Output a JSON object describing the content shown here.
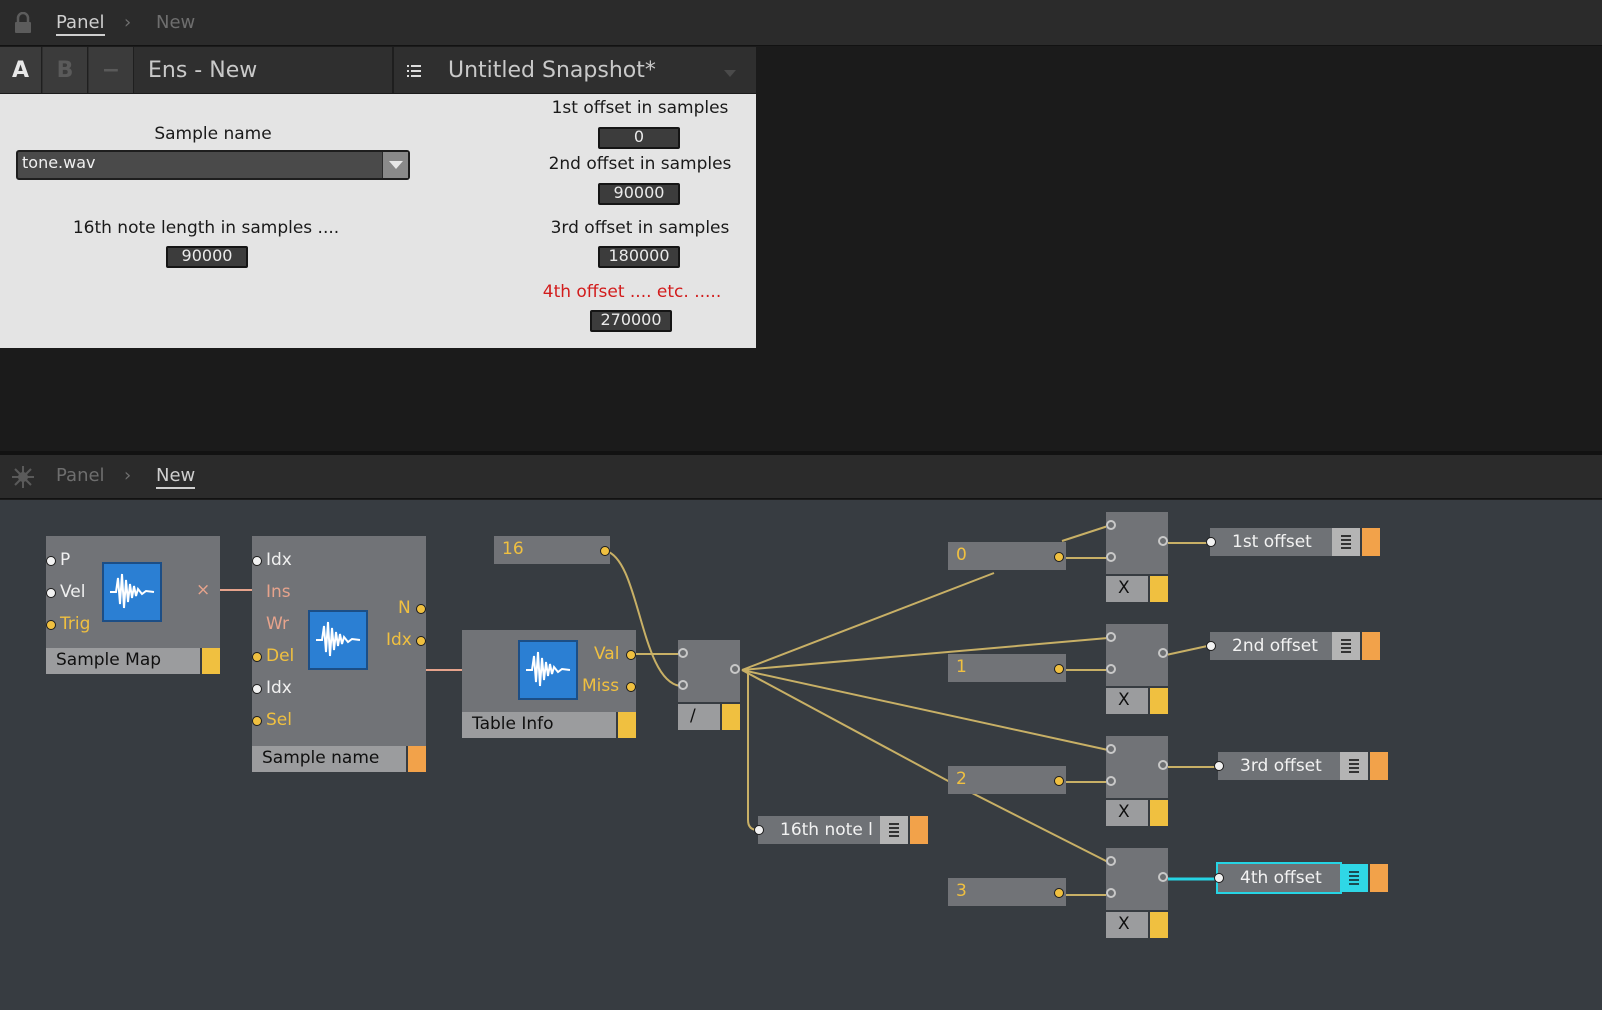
{
  "top_bar": {
    "crumbs": [
      "Panel",
      "New"
    ]
  },
  "header": {
    "btn_a": "A",
    "btn_b": "B",
    "btn_minus": "−",
    "ensemble_title": "Ens - New",
    "snapshot_title": "Untitled Snapshot*"
  },
  "panel": {
    "sample_name_label": "Sample name",
    "sample_name_value": "tone.wav",
    "note_length_label": "16th note length in samples ....",
    "note_length_value": "90000",
    "offsets": [
      {
        "label": "1st offset in samples",
        "value": "0"
      },
      {
        "label": "2nd offset in samples",
        "value": "90000"
      },
      {
        "label": "3rd offset in samples",
        "value": "180000"
      },
      {
        "label": "4th offset .... etc. .....",
        "value": "270000"
      }
    ]
  },
  "bottom_bar": {
    "crumbs": [
      "Panel",
      "New"
    ]
  },
  "structure": {
    "sample_map": {
      "label": "Sample Map",
      "ports": [
        "P",
        "Vel",
        "Trig"
      ]
    },
    "sample_name": {
      "label": "Sample name",
      "in_ports": [
        "Idx",
        "Ins",
        "Wr",
        "Del",
        "Idx",
        "Sel"
      ],
      "out_ports": [
        "N",
        "Idx"
      ]
    },
    "table_info": {
      "label": "Table Info",
      "out_ports": [
        "Val",
        "Miss"
      ]
    },
    "const_16": "16",
    "divide": "/",
    "note_out": "16th note l",
    "constants": [
      "0",
      "1",
      "2",
      "3"
    ],
    "multiply": "X",
    "outputs": [
      "1st offset",
      "2nd offset",
      "3rd offset",
      "4th offset"
    ]
  },
  "colors": {
    "wire": "#c8b066",
    "cyan_wire": "#26d4e4",
    "panel_bg": "#e4e4e4",
    "accent_orange": "#f2a24a",
    "accent_yellow": "#f0c040"
  }
}
